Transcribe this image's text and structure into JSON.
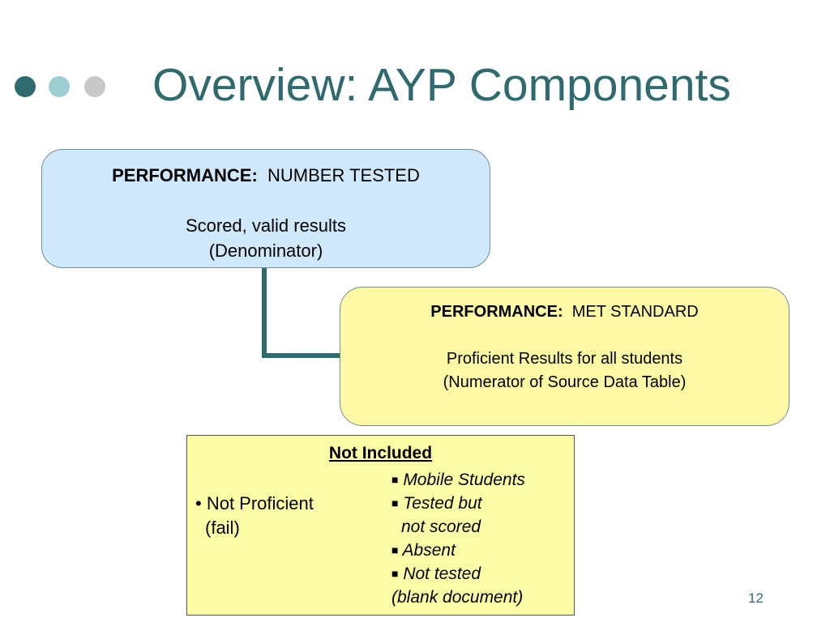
{
  "slide": {
    "title": "Overview: AYP Components",
    "page_number": "12",
    "accent_color": "#2f6a6e"
  },
  "number_tested_box": {
    "label": "PERFORMANCE:",
    "heading": "NUMBER TESTED",
    "line1": "Scored, valid results",
    "line2": "(Denominator)",
    "fill_color": "#cfe8fb"
  },
  "met_standard_box": {
    "label": "PERFORMANCE:",
    "heading": "MET STANDARD",
    "line1": "Proficient Results for all students",
    "line2": "(Numerator of Source Data Table)",
    "fill_color": "#fdf9a4"
  },
  "not_included_box": {
    "heading": "Not Included",
    "left_item": "Not Proficient",
    "left_item_cont": "(fail)",
    "right_items": [
      "Mobile Students",
      "Tested but",
      "not scored",
      "Absent",
      "Not tested",
      "(blank document)"
    ],
    "fill_color": "#fdfca6"
  }
}
